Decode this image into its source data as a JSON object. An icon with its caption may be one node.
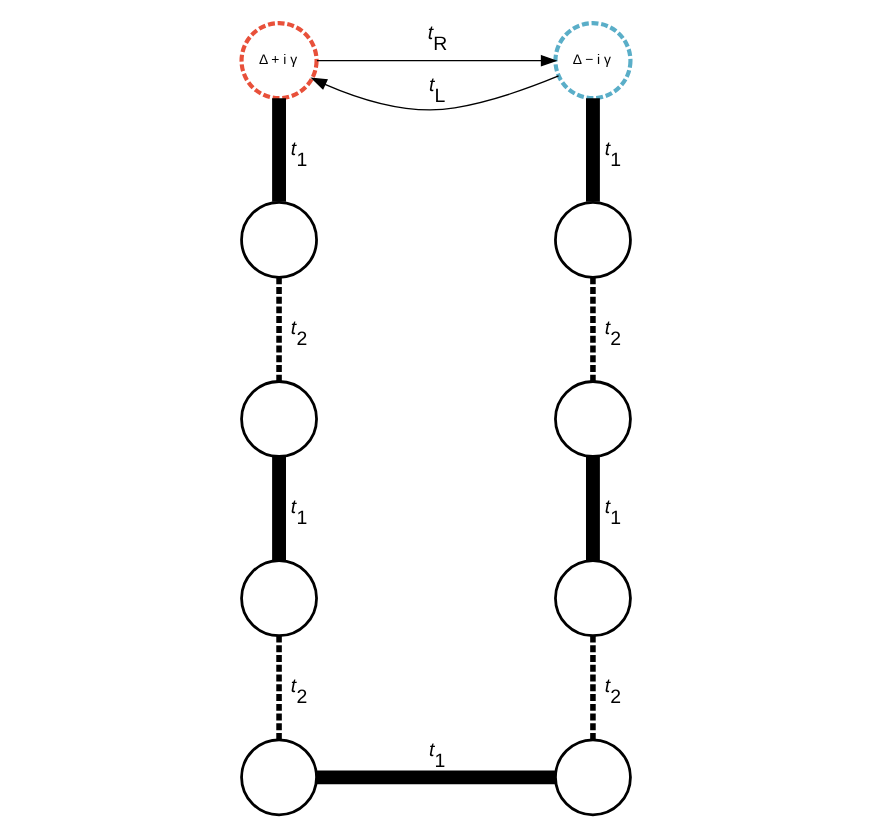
{
  "diagram": {
    "nodes": [
      {
        "text": [
          "Δ + i γ"
        ]
      },
      {
        "text": [
          "Δ − i γ"
        ]
      },
      {
        "text": [],
        "shape": "circle"
      },
      {
        "text": [],
        "shape": "circle"
      },
      {
        "text": [],
        "shape": "circle"
      },
      {
        "text": [],
        "shape": "circle"
      },
      {
        "text": [],
        "shape": "circle"
      },
      {
        "text": [],
        "shape": "circle"
      },
      {
        "text": [],
        "shape": "circle"
      },
      {
        "text": [],
        "shape": "circle"
      }
    ],
    "edges": [
      {
        "from": 0,
        "to": 1,
        "arrow": "to",
        "label": "*t*$_{R}$"
      },
      {
        "from": 1,
        "to": 0,
        "arrow": "to",
        "label": "*t*$_{L}$"
      },
      {
        "from": 0,
        "to": 2,
        "arrow": "none",
        "style": "thick",
        "label": "*t*$_{1}$"
      },
      {
        "from": 1,
        "to": 3,
        "arrow": "none",
        "style": "thick",
        "label": "*t*$_{1}$"
      },
      {
        "from": 2,
        "to": 4,
        "arrow": "none",
        "style": "dashed",
        "label": "*t*$_{2}$"
      },
      {
        "from": 3,
        "to": 5,
        "arrow": "none",
        "style": "dashed",
        "label": "*t*$_{2}$"
      },
      {
        "from": 4,
        "to": 6,
        "arrow": "none",
        "style": "thick",
        "label": "*t*$_{1}$"
      },
      {
        "from": 5,
        "to": 7,
        "arrow": "none",
        "style": "thick",
        "label": "*t*$_{1}$"
      },
      {
        "from": 6,
        "to": 8,
        "arrow": "none",
        "style": "dashed",
        "label": "*t*$_{2}$"
      },
      {
        "from": 7,
        "to": 9,
        "arrow": "none",
        "style": "dashed",
        "label": "*t*$_{2}$"
      },
      {
        "from": 8,
        "to": 9,
        "arrow": "none",
        "style": "thick",
        "label": "*t*$_{1}$"
      }
    ]
  }
}
